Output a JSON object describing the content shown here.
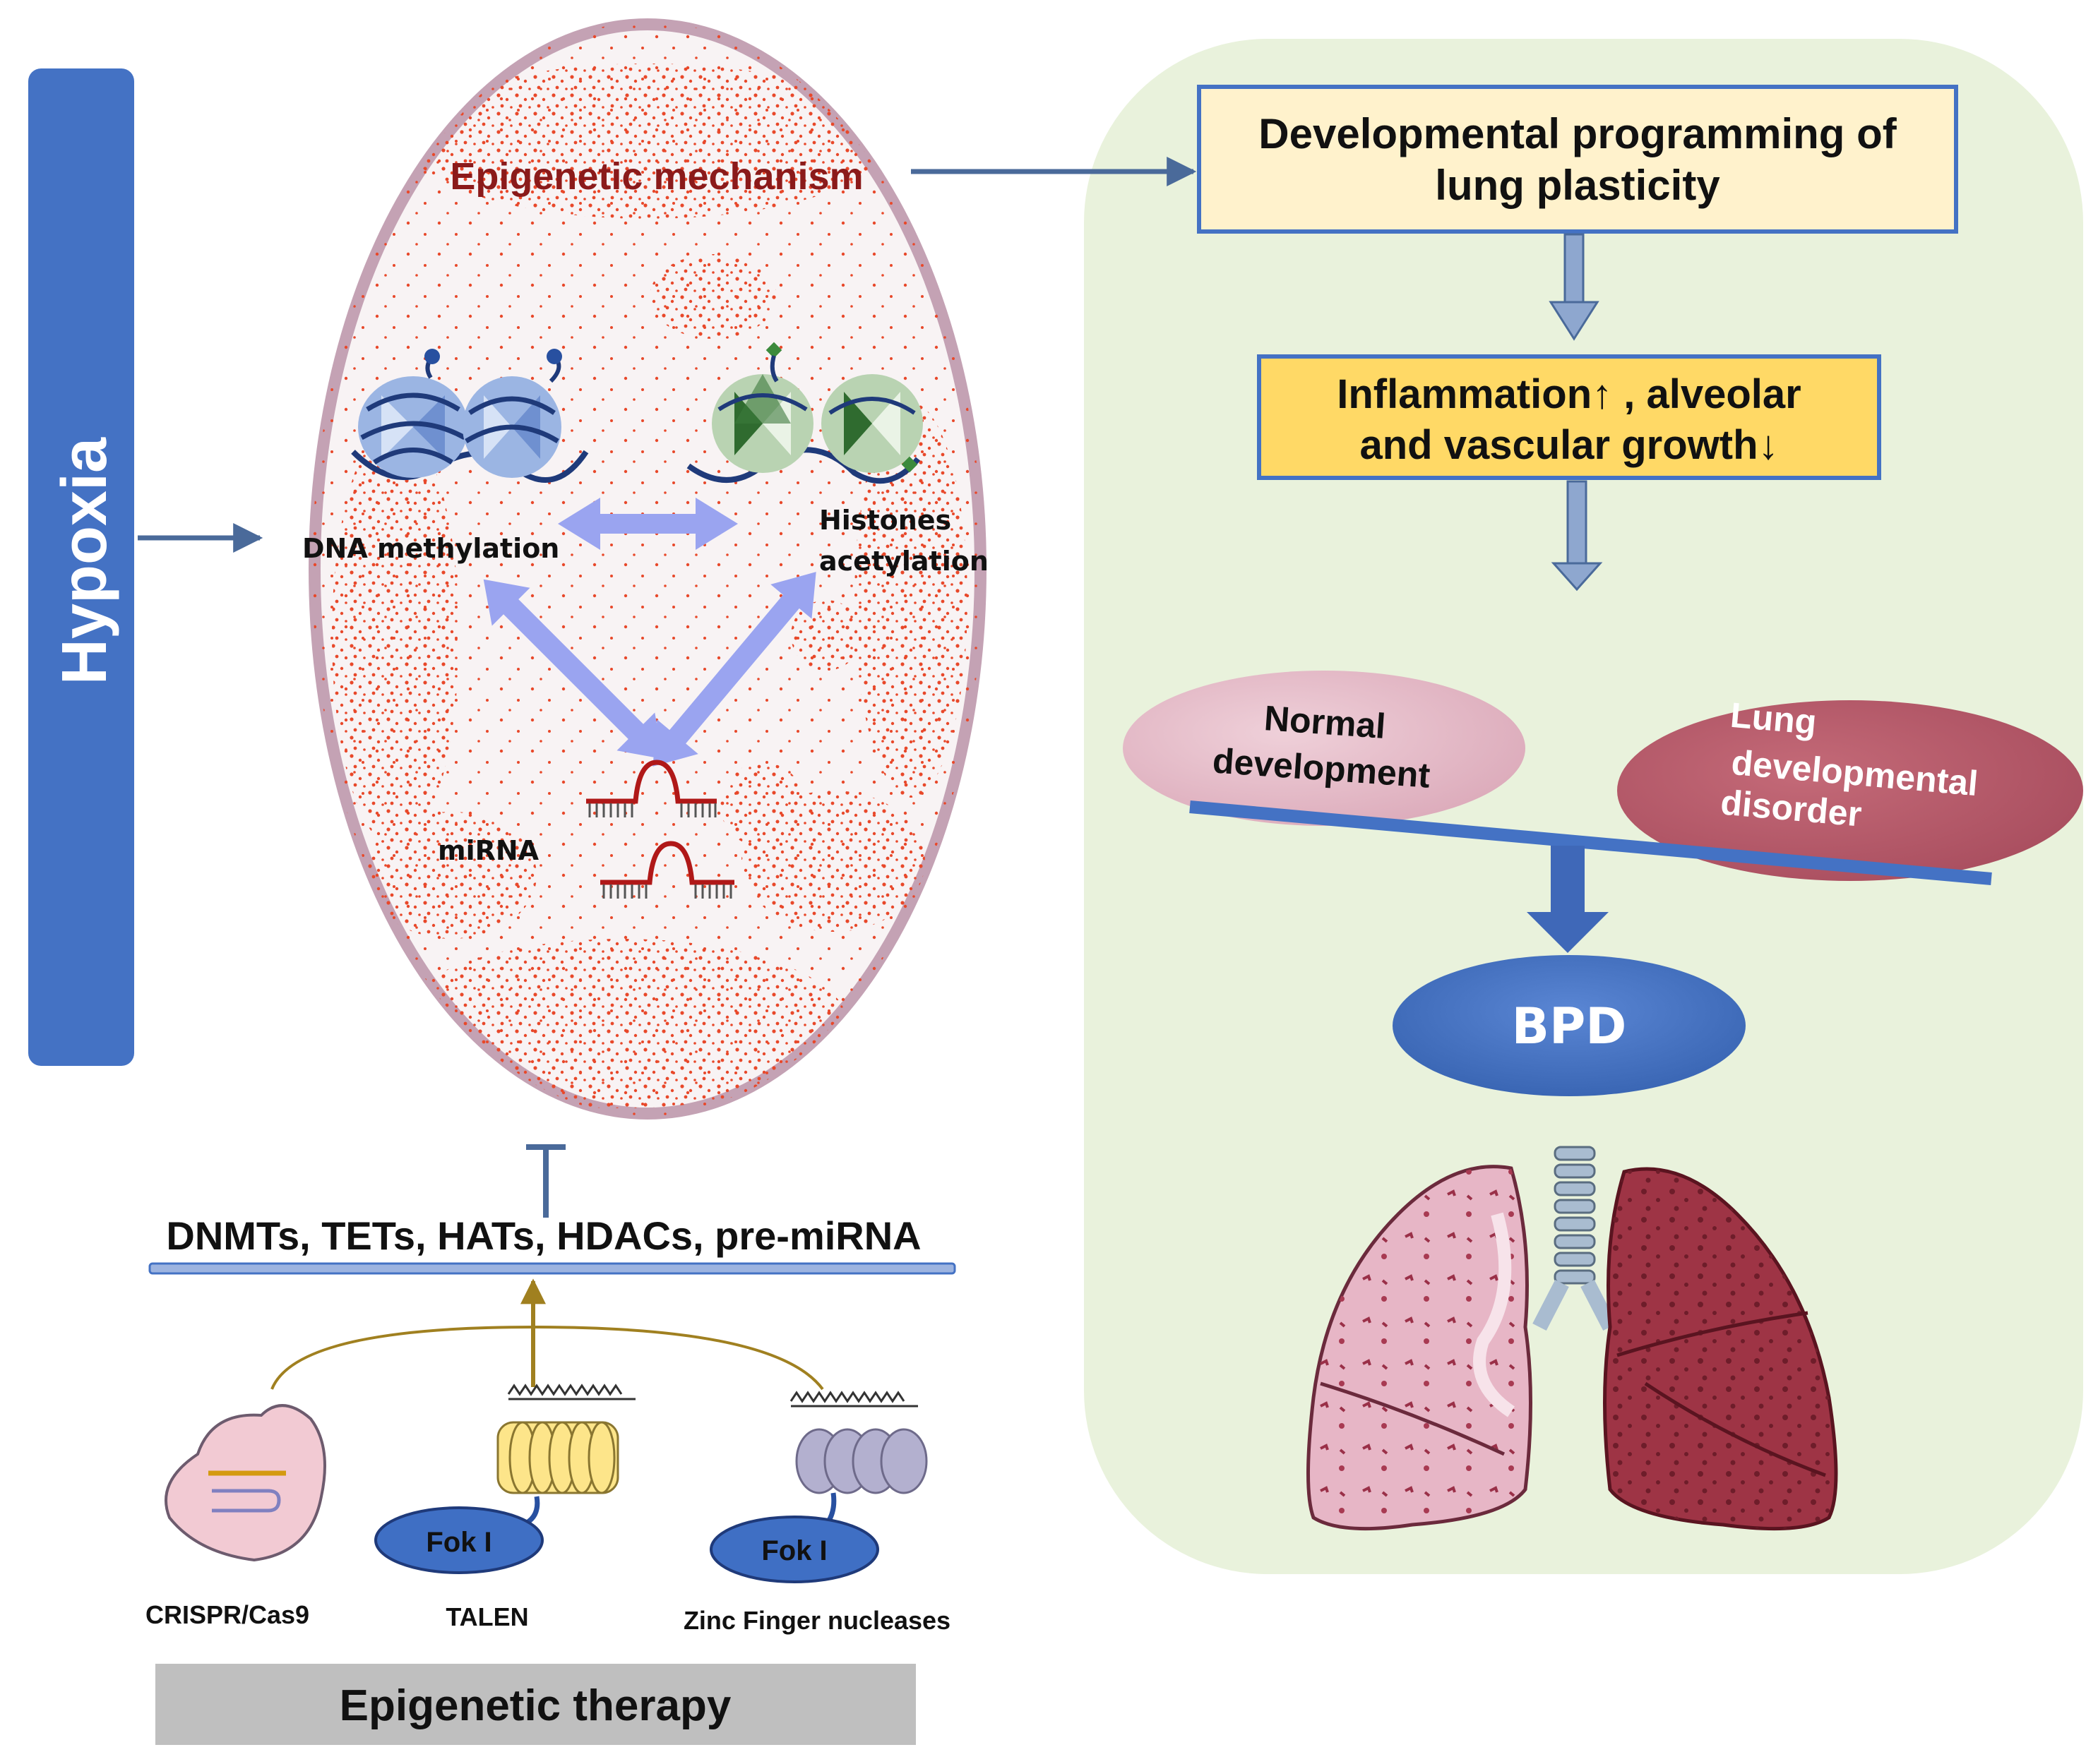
{
  "colors": {
    "blue_box": "#4472c4",
    "green_panel": "#e9f2dc",
    "yellow_light": "#fff2cc",
    "yellow": "#ffd966",
    "pink": "#e2b7c5",
    "dark_pink": "#b25868",
    "cell_dots": "#e8482a",
    "cell_border": "#c4a2b4",
    "arrow_purple": "#9aa4f0",
    "therapy_gray": "#bfbfbf",
    "mech_red": "#8b1a1a"
  },
  "side": {
    "hypoxia": "Hypoxia"
  },
  "cell": {
    "title": "Epigenetic mechanism",
    "dna": "DNA methylation",
    "histones_line1": "Histones",
    "histones_line2": "acetylation",
    "mirna": "miRNA"
  },
  "right": {
    "box1_line1": "Developmental programming of",
    "box1_line2": "lung plasticity",
    "box2_line1": "Inflammation↑ ,    alveolar",
    "box2_line2": "and vascular growth↓",
    "normal_line1": "Normal",
    "normal_line2": "development",
    "disorder_line1": "Lung",
    "disorder_line2": "developmental",
    "disorder_line3": "disorder",
    "bpd": "BPD"
  },
  "therapy": {
    "targets": "DNMTs, TETs, HATs, HDACs, pre-miRNA",
    "fok1": "Fok I",
    "fok2": "Fok I",
    "crispr": "CRISPR/Cas9",
    "talen": "TALEN",
    "zinc": "Zinc Finger nucleases",
    "title": "Epigenetic therapy"
  },
  "icons": [
    "nucleosome-icon",
    "mirna-hairpin-icon",
    "lungs-icon",
    "crispr-cas9-icon",
    "talen-icon",
    "zinc-finger-icon"
  ]
}
